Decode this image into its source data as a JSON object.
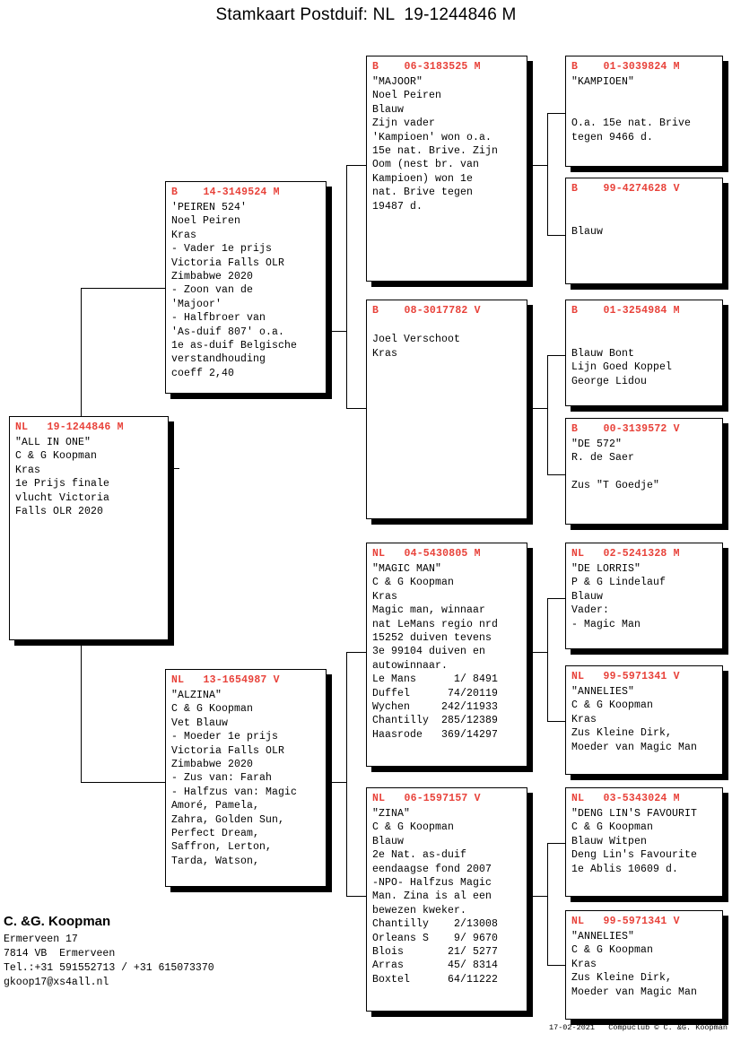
{
  "title": "Stamkaart Postduif: NL  19-1244846 M",
  "colors": {
    "ring_red": "#e8423a",
    "text_black": "#000000",
    "page_bg": "#ffffff"
  },
  "subject": {
    "ring": "NL   19-1244846 M",
    "lines": [
      "\"ALL IN ONE\"",
      "C & G Koopman",
      "Kras",
      "1e Prijs finale",
      "vlucht Victoria",
      "Falls OLR 2020"
    ]
  },
  "father": {
    "ring": "B    14-3149524 M",
    "lines": [
      "'PEIREN 524'",
      "Noel Peiren",
      "Kras",
      "- Vader 1e prijs",
      "Victoria Falls OLR",
      "Zimbabwe 2020",
      "- Zoon van de",
      "'Majoor'",
      "- Halfbroer van",
      "'As-duif 807' o.a.",
      "1e as-duif Belgische",
      "verstandhouding",
      "coeff 2,40"
    ]
  },
  "mother": {
    "ring": "NL   13-1654987 V",
    "lines": [
      "\"ALZINA\"",
      "C & G Koopman",
      "Vet Blauw",
      "- Moeder 1e prijs",
      "Victoria Falls OLR",
      "Zimbabwe 2020",
      "- Zus van: Farah",
      "- Halfzus van: Magic",
      "Amoré, Pamela,",
      "Zahra, Golden Sun,",
      "Perfect Dream,",
      "Saffron, Lerton,",
      "Tarda, Watson,"
    ]
  },
  "grandparents": {
    "ff": {
      "ring": "B    06-3183525 M",
      "lines": [
        "\"MAJOOR\"",
        "Noel Peiren",
        "Blauw",
        "Zijn vader",
        "'Kampioen' won o.a.",
        "15e nat. Brive. Zijn",
        "Oom (nest br. van",
        "Kampioen) won 1e",
        "nat. Brive tegen",
        "19487 d."
      ]
    },
    "fm": {
      "ring": "B    08-3017782 V",
      "lines": [
        "",
        "Joel Verschoot",
        "Kras"
      ]
    },
    "mf": {
      "ring": "NL   04-5430805 M",
      "lines": [
        "\"MAGIC MAN\"",
        "C & G Koopman",
        "Kras",
        "Magic man, winnaar",
        "nat LeMans regio nrd",
        "15252 duiven tevens",
        "3e 99104 duiven en",
        "autowinnaar."
      ],
      "results": [
        {
          "race": "Le Mans",
          "result": "  1/ 8491"
        },
        {
          "race": "Duffel",
          "result": " 74/20119"
        },
        {
          "race": "Wychen",
          "result": "242/11933"
        },
        {
          "race": "Chantilly",
          "result": "285/12389"
        },
        {
          "race": "Haasrode",
          "result": "369/14297"
        }
      ]
    },
    "mm": {
      "ring": "NL   06-1597157 V",
      "lines": [
        "\"ZINA\"",
        "C & G Koopman",
        "Blauw",
        "2e Nat. as-duif",
        "eendaagse fond 2007",
        "-NPO- Halfzus Magic",
        "Man. Zina is al een",
        "bewezen kweker."
      ],
      "results": [
        {
          "race": "Chantilly",
          "result": " 2/13008"
        },
        {
          "race": "Orleans S",
          "result": " 9/ 9670"
        },
        {
          "race": "Blois",
          "result": "21/ 5277"
        },
        {
          "race": "Arras",
          "result": "45/ 8314"
        },
        {
          "race": "Boxtel",
          "result": "64/11222"
        }
      ]
    }
  },
  "greatgrandparents": {
    "fff": {
      "ring": "B    01-3039824 M",
      "lines": [
        "\"KAMPIOEN\"",
        "",
        "",
        "O.a. 15e nat. Brive",
        "tegen 9466 d."
      ]
    },
    "ffm": {
      "ring": "B    99-4274628 V",
      "lines": [
        "",
        "",
        "Blauw"
      ]
    },
    "fmf": {
      "ring": "B    01-3254984 M",
      "lines": [
        "",
        "",
        "Blauw Bont",
        "Lijn Goed Koppel",
        "George Lidou"
      ]
    },
    "fmm": {
      "ring": "B    00-3139572 V",
      "lines": [
        "\"DE 572\"",
        "R. de Saer",
        "",
        "Zus \"T Goedje\""
      ]
    },
    "mff": {
      "ring": "NL   02-5241328 M",
      "lines": [
        "\"DE LORRIS\"",
        "P & G Lindelauf",
        "Blauw",
        "Vader:",
        "- Magic Man"
      ]
    },
    "mfm": {
      "ring": "NL   99-5971341 V",
      "lines": [
        "\"ANNELIES\"",
        "C & G Koopman",
        "Kras",
        "Zus Kleine Dirk,",
        "Moeder van Magic Man"
      ]
    },
    "mmf": {
      "ring": "NL   03-5343024 M",
      "lines": [
        "\"DENG LIN'S FAVOURIT",
        "C & G Koopman",
        "Blauw Witpen",
        "Deng Lin's Favourite",
        "1e Ablis 10609 d."
      ]
    },
    "mmm": {
      "ring": "NL   99-5971341 V",
      "lines": [
        "\"ANNELIES\"",
        "C & G Koopman",
        "Kras",
        "Zus Kleine Dirk,",
        "Moeder van Magic Man"
      ]
    }
  },
  "owner": {
    "name": "C. &G. Koopman",
    "lines": [
      "Ermerveen 17",
      "7814 VB  Ermerveen",
      "Tel.:+31 591552713 / +31 615073370",
      "gkoop17@xs4all.nl"
    ]
  },
  "footer": "17-02-2021   Compuclub © C. &G. Koopman"
}
